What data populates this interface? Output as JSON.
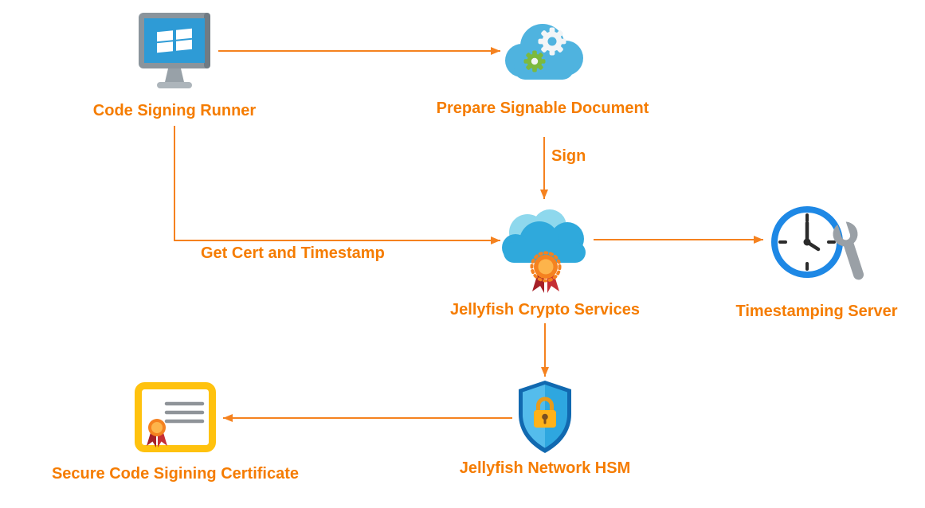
{
  "diagram": {
    "colors": {
      "label": "#F57C00",
      "arrow": "#F5821F",
      "background": "#FFFFFF"
    },
    "nodes": [
      {
        "id": "runner",
        "label": "Code Signing Runner",
        "icon": "windows-monitor-icon"
      },
      {
        "id": "prepare",
        "label": "Prepare Signable Document",
        "icon": "cloud-gears-icon"
      },
      {
        "id": "crypto",
        "label": "Jellyfish Crypto Services",
        "icon": "cloud-ribbon-seal-icon"
      },
      {
        "id": "timestamp",
        "label": "Timestamping Server",
        "icon": "clock-wrench-icon"
      },
      {
        "id": "hsm",
        "label": "Jellyfish Network HSM",
        "icon": "shield-padlock-icon"
      },
      {
        "id": "cert",
        "label": "Secure Code Sigining Certificate",
        "icon": "certificate-ribbon-icon"
      }
    ],
    "edges": [
      {
        "from": "runner",
        "to": "prepare",
        "label": ""
      },
      {
        "from": "prepare",
        "to": "crypto",
        "label": "Sign"
      },
      {
        "from": "runner",
        "to": "crypto",
        "label": "Get Cert and Timestamp"
      },
      {
        "from": "crypto",
        "to": "timestamp",
        "label": ""
      },
      {
        "from": "crypto",
        "to": "hsm",
        "label": ""
      },
      {
        "from": "hsm",
        "to": "cert",
        "label": ""
      }
    ]
  }
}
